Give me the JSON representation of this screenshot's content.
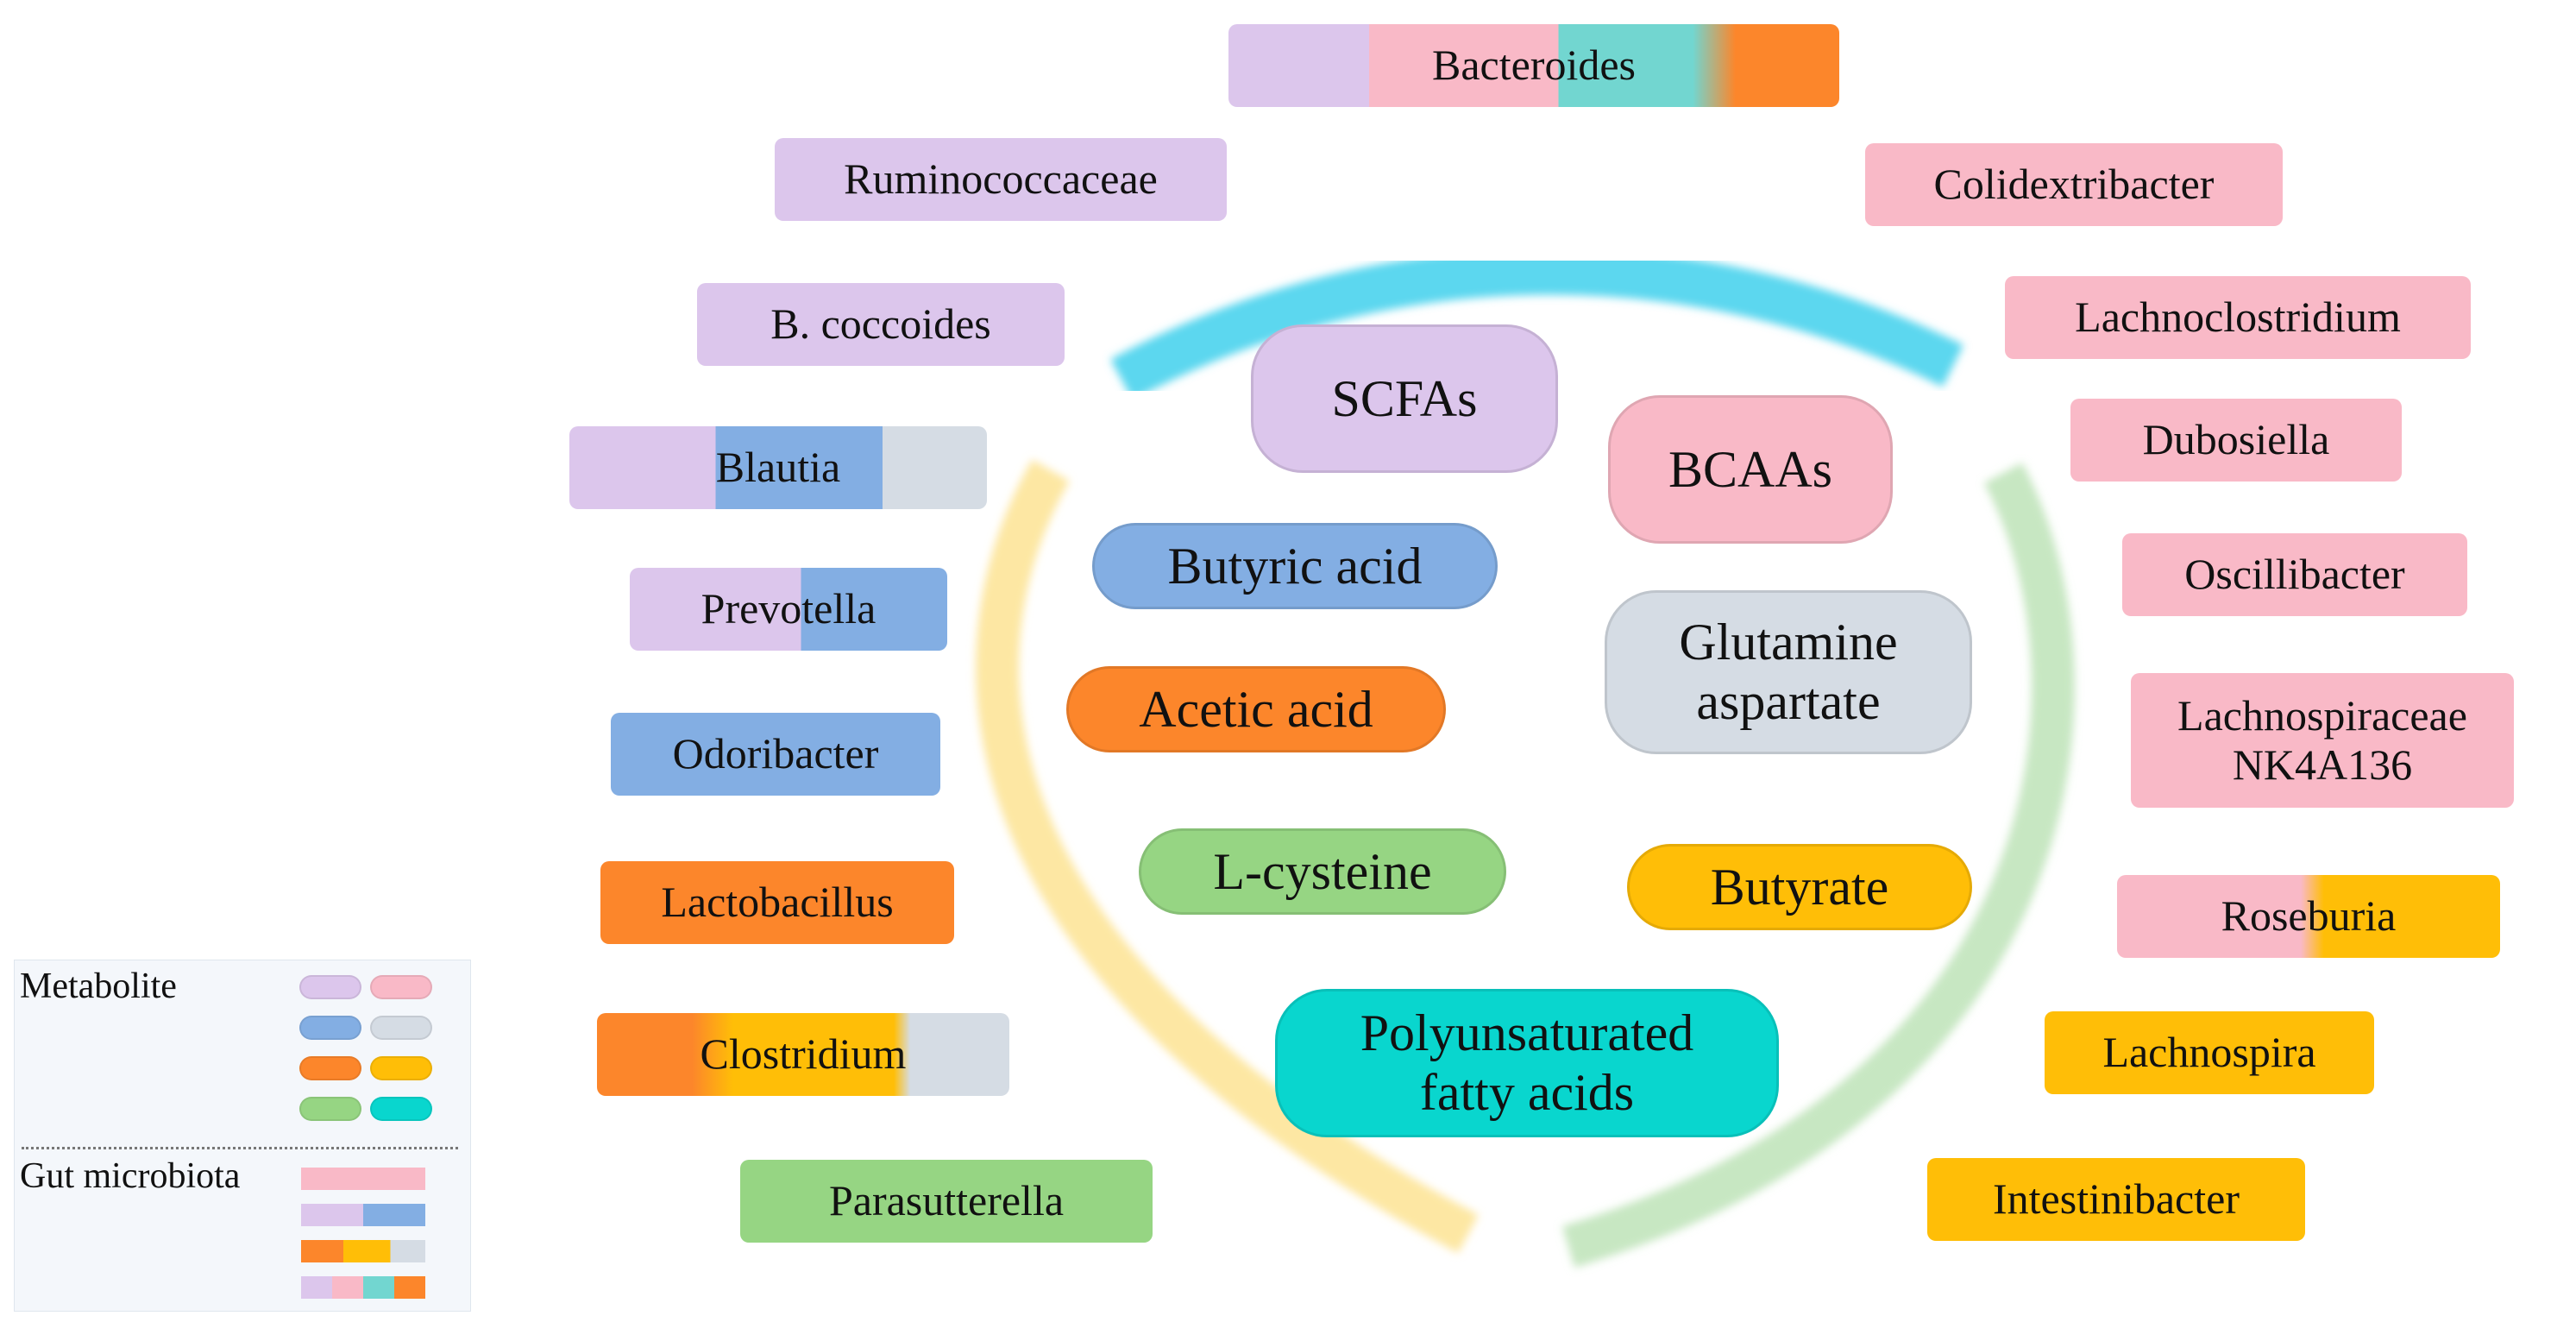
{
  "colors": {
    "lilac": "#dcc6ec",
    "pink": "#f9b9c7",
    "blue": "#83aee3",
    "grey": "#d5dce4",
    "orange": "#fc862b",
    "yellow": "#ffbe07",
    "green": "#96d583",
    "teal": "#09d6ce",
    "arc_cyan": "#5bd7ef",
    "arc_yellow": "#fde7a3",
    "arc_green": "#c7e7c2"
  },
  "metabolites": {
    "scfas": "SCFAs",
    "bcaas": "BCAAs",
    "butyric_acid": "Butyric acid",
    "acetic_acid": "Acetic acid",
    "glutamine": [
      "Glutamine",
      "aspartate"
    ],
    "l_cysteine": "L-cysteine",
    "butyrate": "Butyrate",
    "pufa": [
      "Polyunsaturated",
      "fatty acids"
    ]
  },
  "bacteria": {
    "bacteroides": "Bacteroides",
    "ruminococcaceae": "Ruminococcaceae",
    "b_coccoides": "B. coccoides",
    "blautia": "Blautia",
    "prevotella": "Prevotella",
    "odoribacter": "Odoribacter",
    "lactobacillus": "Lactobacillus",
    "clostridium": "Clostridium",
    "parasutterella": "Parasutterella",
    "colidextribacter": "Colidextribacter",
    "lachnoclostridium": "Lachnoclostridium",
    "dubosiella": "Dubosiella",
    "oscillibacter": "Oscillibacter",
    "lachnospiraceae": [
      "Lachnospiraceae",
      "NK4A136"
    ],
    "roseburia": "Roseburia",
    "lachnospira": "Lachnospira",
    "intestinibacter": "Intestinibacter"
  },
  "legend": {
    "metabolite_label": "Metabolite",
    "gut_microbiota_label": "Gut microbiota"
  }
}
